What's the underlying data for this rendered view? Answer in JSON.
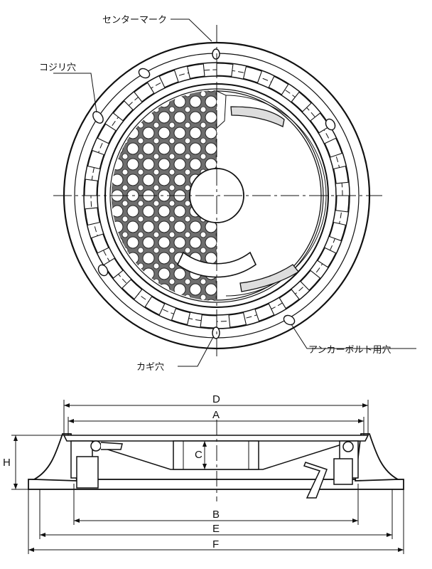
{
  "labels": {
    "center_mark": "センターマーク",
    "saw_hole": "コジリ穴",
    "key_hole": "カギ穴",
    "anchor_bolt_hole": "アンカーボルト用穴"
  },
  "dimensions": {
    "D": "D",
    "A": "A",
    "C": "C",
    "H": "H",
    "B": "B",
    "E": "E",
    "F": "F"
  }
}
